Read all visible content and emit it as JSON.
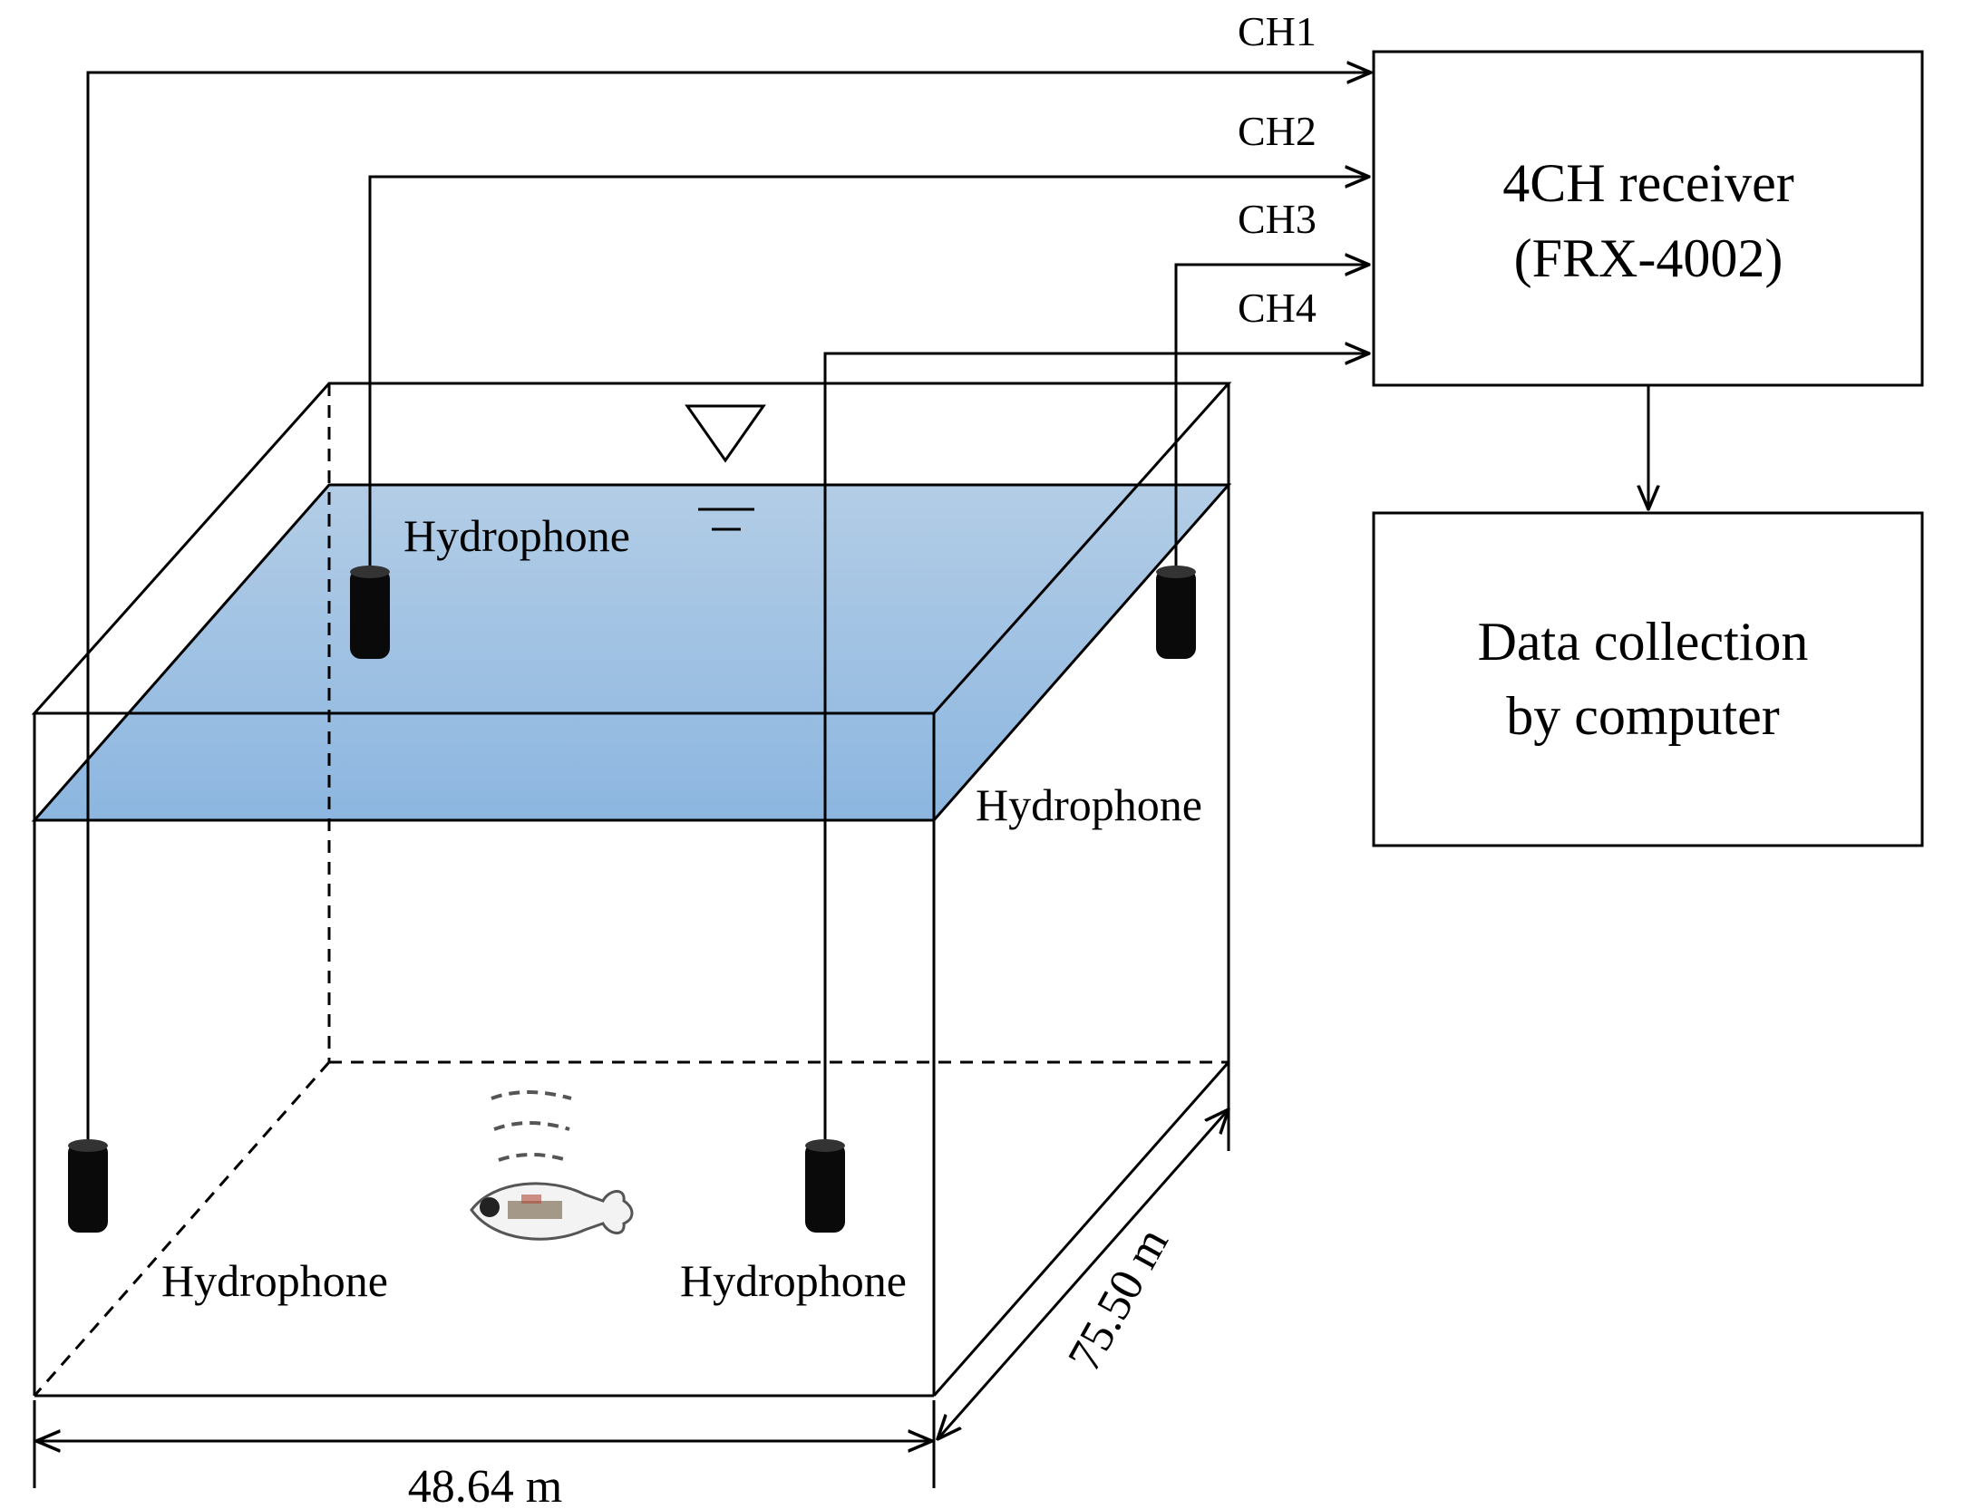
{
  "channels": [
    "CH1",
    "CH2",
    "CH3",
    "CH4"
  ],
  "receiver": {
    "line1": "4CH receiver",
    "line2": "(FRX-4002)"
  },
  "computer": {
    "line1": "Data collection",
    "line2": "by computer"
  },
  "hydrophones": {
    "top_left": "Hydrophone",
    "top_right": "Hydrophone",
    "bottom_left": "Hydrophone",
    "bottom_right": "Hydrophone"
  },
  "dimensions": {
    "width": "48.64 m",
    "length": "75.50 m"
  },
  "colors": {
    "water_top": "#b3cde6",
    "water_bottom": "#8cb6e0",
    "line": "#000000"
  }
}
